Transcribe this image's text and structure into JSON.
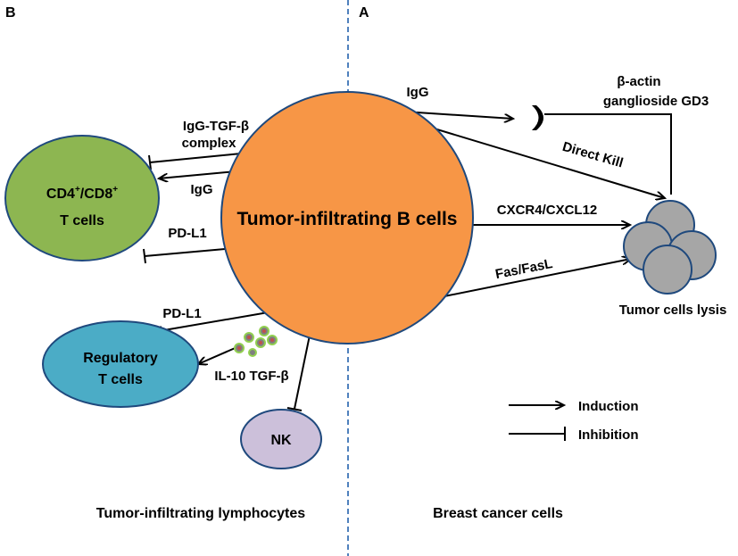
{
  "panels": {
    "left": "B",
    "right": "A"
  },
  "nodes": {
    "center": "Tumor-infiltrating B cells",
    "cd": {
      "part1": "CD4",
      "part2": "/CD8",
      "sup": "+",
      "line2": "T cells"
    },
    "treg": {
      "line1": "Regulatory",
      "line2": "T cells"
    },
    "nk": "NK",
    "tumor_caption": "Tumor cells lysis"
  },
  "edges": {
    "igg_tgf_line1": "IgG-TGF-β",
    "igg_tgf_line2": "complex",
    "igg_left": "IgG",
    "pdl1_upper": "PD-L1",
    "pdl1_lower": "PD-L1",
    "il10": "IL-10 TGF-β",
    "igg_right": "IgG",
    "antigen_line1": "β-actin",
    "antigen_line2": "ganglioside GD3",
    "direct_kill": "Direct Kill",
    "cxcr4": "CXCR4/CXCL12",
    "fas": "Fas/FasL"
  },
  "legend": {
    "induction": "Induction",
    "inhibition": "Inhibition"
  },
  "footer": {
    "left": "Tumor-infiltrating lymphocytes",
    "right": "Breast cancer cells"
  },
  "colors": {
    "center_fill": "#F79646",
    "cd_fill": "#8DB651",
    "treg_fill": "#4BACC6",
    "nk_fill": "#CCC0DA",
    "tumor_fill": "#A6A6A6",
    "divider": "#4F81BD"
  }
}
